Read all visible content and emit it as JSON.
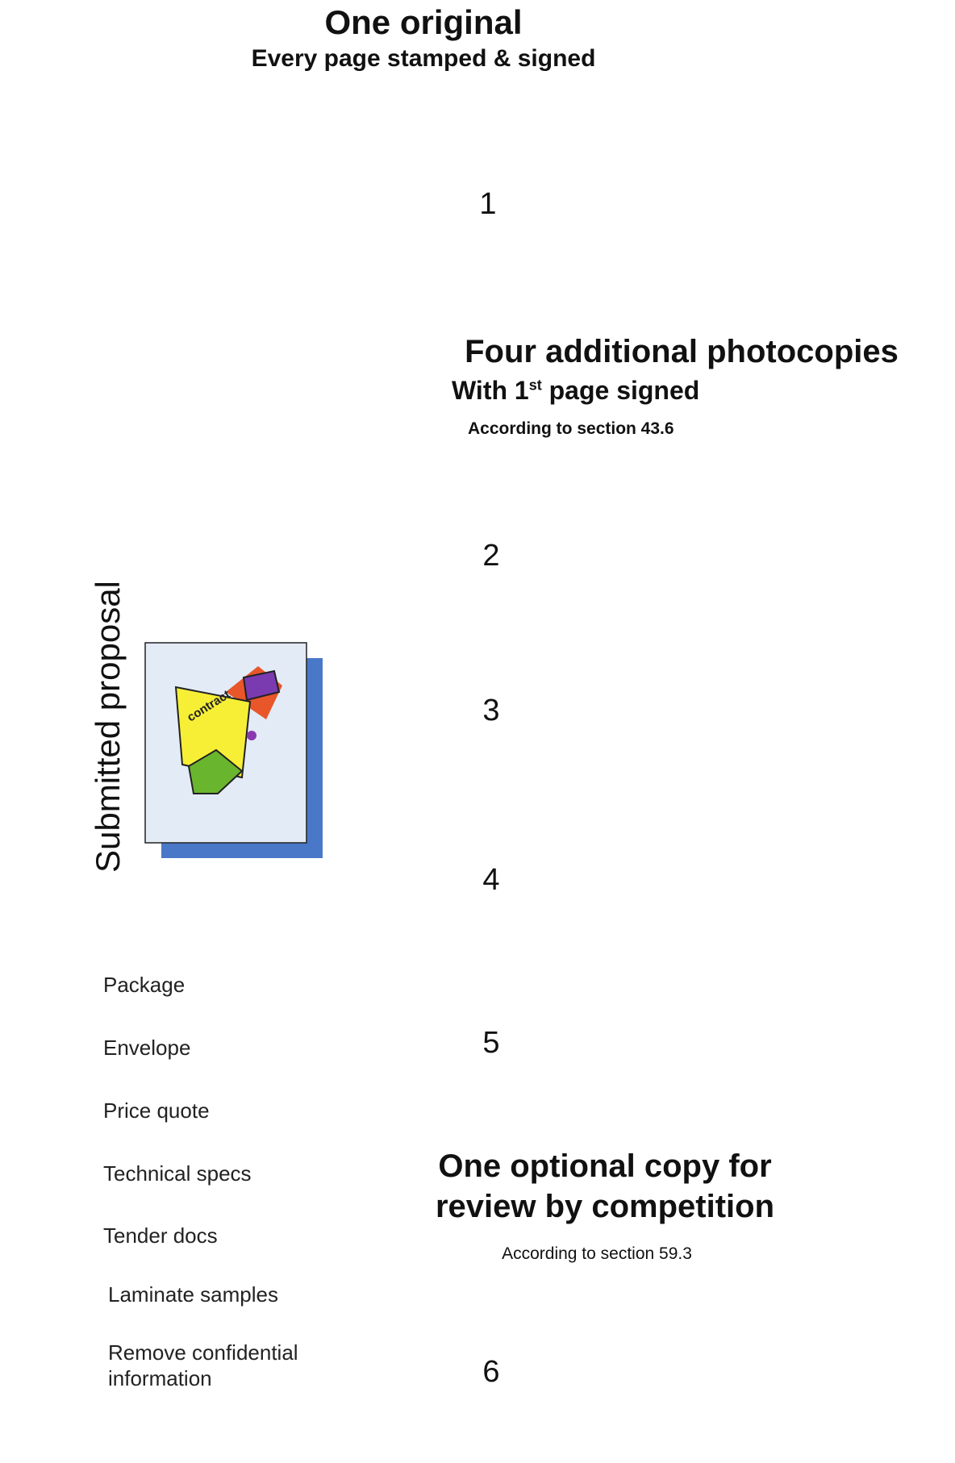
{
  "sections": {
    "original": {
      "title": "One original",
      "subtitle": "Every page stamped & signed"
    },
    "photocopies": {
      "title": "Four additional photocopies",
      "subtitle_main": "With 1",
      "subtitle_sup": "st",
      "subtitle_rest": " page signed",
      "note": "According to section 43.6"
    },
    "optional": {
      "title_line1": "One optional copy for",
      "title_line2": "review by competition",
      "note": "According to section 59.3"
    }
  },
  "source_label": "Submitted proposal",
  "copy_numbers": [
    "1",
    "2",
    "3",
    "4",
    "5",
    "6"
  ],
  "legend": [
    {
      "icon": "package-icon",
      "label": "Package"
    },
    {
      "icon": "envelope-icon",
      "label": "Envelope"
    },
    {
      "icon": "euro-icon",
      "label": "Price quote"
    },
    {
      "icon": "book-icon",
      "label": "Technical specs"
    },
    {
      "icon": "tender-docs-icon",
      "label": "Tender docs"
    },
    {
      "icon": "laminate-icon",
      "label": "Laminate samples"
    },
    {
      "icon": "scissors-icon",
      "label": "Remove confidential information"
    }
  ],
  "legend_multiline": [
    "Remove confidential",
    "information"
  ],
  "colors": {
    "card_fill": "#e3ebf6",
    "card_shadow": "#4a78c8",
    "line": "#000000",
    "euro": "#3a9a5a",
    "strike": "#e0202a"
  }
}
